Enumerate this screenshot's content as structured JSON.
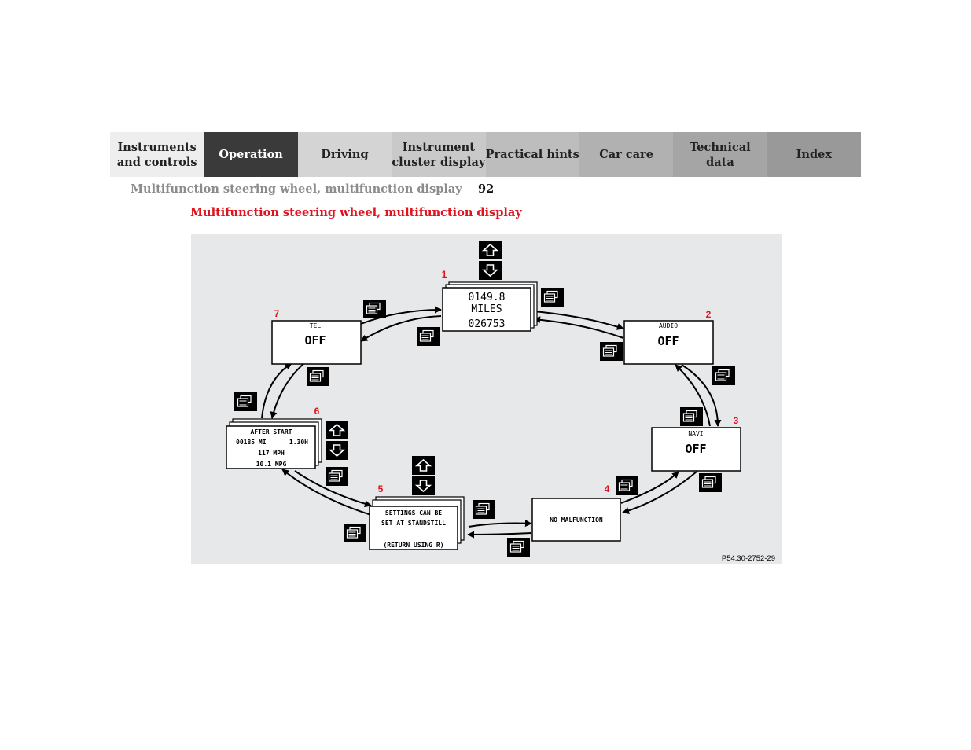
{
  "nav": {
    "tabs": [
      {
        "label": "Instruments\nand controls"
      },
      {
        "label": "Operation"
      },
      {
        "label": "Driving"
      },
      {
        "label": "Instrument\ncluster display"
      },
      {
        "label": "Practical hints"
      },
      {
        "label": "Car care"
      },
      {
        "label": "Technical\ndata"
      },
      {
        "label": "Index"
      }
    ]
  },
  "breadcrumb": "Multifunction steering wheel, multifunction display",
  "page_number": "92",
  "section_title": "Multifunction steering wheel, multifunction display",
  "figure": {
    "code": "P54.30-2752-29",
    "displays": {
      "d1": {
        "number": "1",
        "line1": "0149.8",
        "line2": "MILES",
        "line3": "026753"
      },
      "d2": {
        "number": "2",
        "label": "AUDIO",
        "value": "OFF"
      },
      "d3": {
        "number": "3",
        "label": "NAVI",
        "value": "OFF"
      },
      "d4": {
        "number": "4",
        "text": "NO MALFUNCTION"
      },
      "d5": {
        "number": "5",
        "line1": "SETTINGS CAN BE",
        "line2": "SET AT STANDSTILL",
        "line3": "(RETURN USING R)"
      },
      "d6": {
        "number": "6",
        "line1": "AFTER START",
        "line2a": "00185 MI",
        "line2b": "1.30H",
        "line3": "117 MPH",
        "line4": "10.1 MPG"
      },
      "d7": {
        "number": "7",
        "label": "TEL",
        "value": "OFF"
      }
    }
  }
}
